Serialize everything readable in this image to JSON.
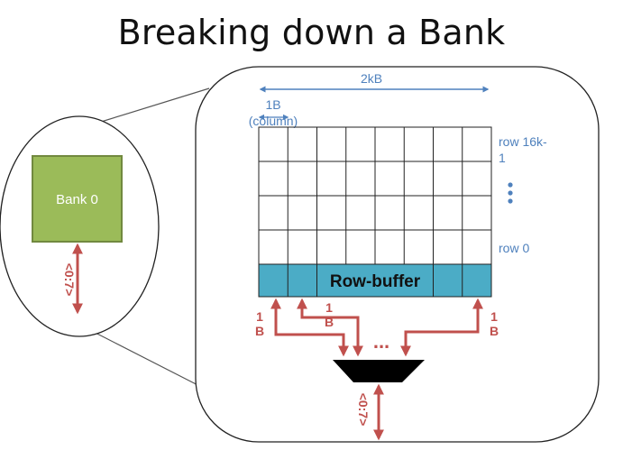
{
  "title": "Breaking down a Bank",
  "bank_label": "Bank 0",
  "bank_bus_label": "<0:7>",
  "width_label": "2kB",
  "column_label_line1": "1B",
  "column_label_line2": "(column)",
  "row_top_label_line1": "row 16k-",
  "row_top_label_line2": "1",
  "row_bottom_label": "row 0",
  "row_buffer_label": "Row-buffer",
  "byte_label_left_1": "1",
  "byte_label_left_2": "B",
  "byte_label_mid_1": "1",
  "byte_label_mid_2": "B",
  "byte_label_right_1": "1",
  "byte_label_right_2": "B",
  "mux_dots": "...",
  "output_bus_label": "<0:7>",
  "colors": {
    "bank_fill": "#9bbb59",
    "bank_stroke": "#71893f",
    "row_buffer_fill": "#4bacc6",
    "arrow_red": "#c0504d",
    "label_blue": "#4f81bd",
    "mux_fill": "#000000"
  },
  "icons": [
    "vertical-ellipsis-icon",
    "double-arrow-icon"
  ]
}
